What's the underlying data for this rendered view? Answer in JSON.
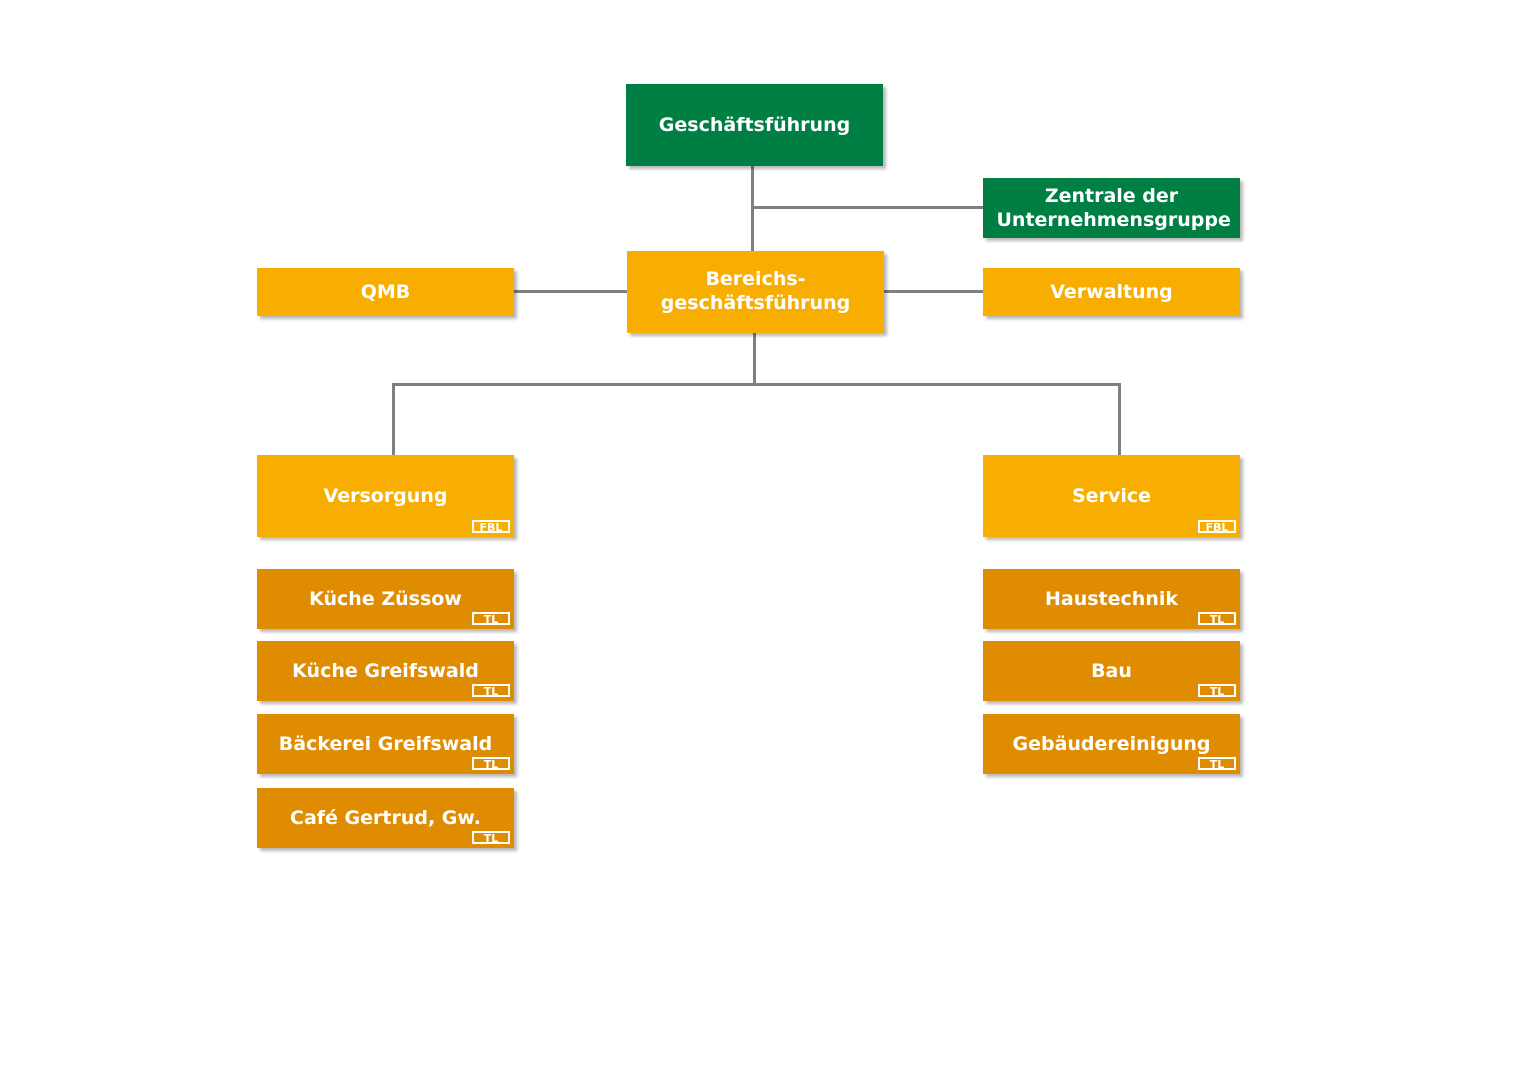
{
  "colors": {
    "management": "#007f45",
    "department": "#f7ae00",
    "team": "#e08c00",
    "connector": "#808080"
  },
  "org": {
    "geschaeftsfuehrung": "Geschäftsführung",
    "zentrale": "Zentrale der Unternehmensgruppe",
    "bereichsgf": "Bereichs-\ngeschäftsführung",
    "qmb": "QMB",
    "verwaltung": "Verwaltung",
    "versorgung": {
      "label": "Versorgung",
      "tag": "FBL"
    },
    "service": {
      "label": "Service",
      "tag": "FBL"
    },
    "versorgung_teams": [
      {
        "label": "Küche Züssow",
        "tag": "TL"
      },
      {
        "label": "Küche Greifswald",
        "tag": "TL"
      },
      {
        "label": "Bäckerei Greifswald",
        "tag": "TL"
      },
      {
        "label": "Café Gertrud, Gw.",
        "tag": "TL"
      }
    ],
    "service_teams": [
      {
        "label": "Haustechnik",
        "tag": "TL"
      },
      {
        "label": "Bau",
        "tag": "TL"
      },
      {
        "label": "Gebäudereinigung",
        "tag": "TL"
      }
    ]
  }
}
